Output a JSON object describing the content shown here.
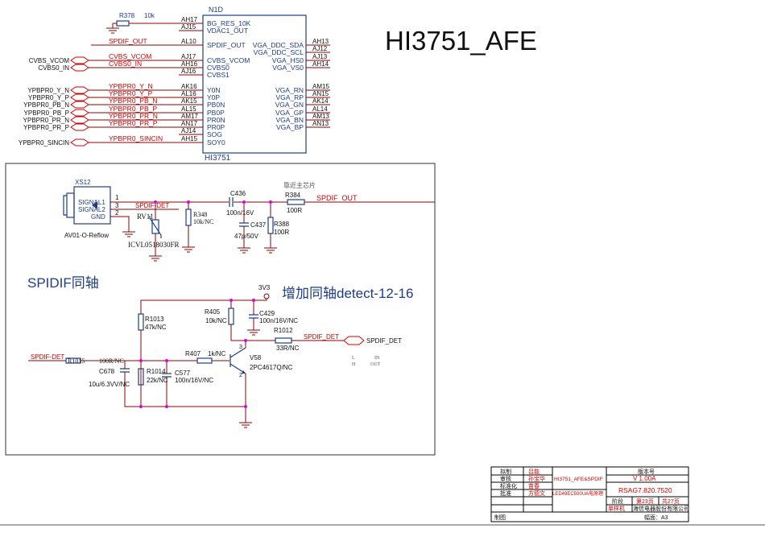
{
  "title": "HI3751_AFE",
  "chip": {
    "ref": "N1D",
    "name": "HI3751",
    "left_pins": [
      {
        "name": "BG_RES_10K",
        "pin": "AH17"
      },
      {
        "name": "VDAC1_OUT",
        "pin": "AJ15"
      },
      {
        "name": "SPDIF_OUT",
        "pin": "AL10",
        "net": "SPDIF_OUT"
      },
      {
        "name": "CVBS_VCOM",
        "pin": "AJ17",
        "net": "CVBS_VCOM",
        "port": "CVBS_VCOM"
      },
      {
        "name": "CVBS0",
        "pin": "AH16",
        "net": "CVBS0_IN",
        "port": "CVBS0_IN"
      },
      {
        "name": "CVBS1",
        "pin": "AJ16"
      },
      {
        "name": "Y0N",
        "pin": "AK16",
        "net": "YPBPR0_Y_N",
        "port": "YPBPR0_Y_N"
      },
      {
        "name": "Y0P",
        "pin": "AL16",
        "net": "YPBPR0_Y_P",
        "port": "YPBPR0_Y_P"
      },
      {
        "name": "PB0N",
        "pin": "AK15",
        "net": "YPBPR0_PB_N",
        "port": "YPBPR0_PB_N"
      },
      {
        "name": "PB0P",
        "pin": "AL15",
        "net": "YPBPR0_PB_P",
        "port": "YPBPR0_PB_P"
      },
      {
        "name": "PR0N",
        "pin": "AM17",
        "net": "YPBPR0_PR_N",
        "port": "YPBPR0_PR_N"
      },
      {
        "name": "PR0P",
        "pin": "AN17",
        "net": "YPBPR0_PR_P",
        "port": "YPBPR0_PR_P"
      },
      {
        "name": "SOG",
        "pin": "AJ14"
      },
      {
        "name": "SOY0",
        "pin": "AH15",
        "net": "YPBPR0_SINCIN",
        "port": "YPBPR0_SINCIN"
      }
    ],
    "right_pins": [
      {
        "name": "VGA_DDC_SDA",
        "pin": "AH13"
      },
      {
        "name": "VGA_DDC_SCL",
        "pin": "AJ12"
      },
      {
        "name": "VGA_HS0",
        "pin": "AJ13"
      },
      {
        "name": "VGA_VS0",
        "pin": "AH14"
      },
      {
        "name": "VGA_RN",
        "pin": "AM15"
      },
      {
        "name": "VGA_RP",
        "pin": "AN15"
      },
      {
        "name": "VGA_GN",
        "pin": "AK14"
      },
      {
        "name": "VGA_GP",
        "pin": "AL14"
      },
      {
        "name": "VGA_BN",
        "pin": "AM13"
      },
      {
        "name": "VGA_BP",
        "pin": "AN13"
      }
    ],
    "r378": {
      "ref": "R378",
      "value": "10k"
    }
  },
  "spdif_out_section": {
    "connector": {
      "ref": "XS12",
      "pins": [
        "SIGNAL1",
        "SIGNAL2",
        "GND"
      ],
      "pin_numbers": [
        "1",
        "3",
        "2"
      ],
      "part": "AV01-O-Reflow"
    },
    "net_det": "SPDIF-DET",
    "rv11": {
      "ref": "RV11",
      "value": "ICVL0518030FR"
    },
    "r348": {
      "ref": "R348",
      "value": "10k/NC"
    },
    "c436": {
      "ref": "C436",
      "value": "100n/16V"
    },
    "c437": {
      "ref": "C437",
      "value": "47p/50V"
    },
    "r388": {
      "ref": "R388",
      "value": "100R"
    },
    "r384": {
      "ref": "R384",
      "value": "100R"
    },
    "note": "靠近主芯片",
    "net_out": "SPDIF_OUT"
  },
  "detect_section": {
    "heading": "SPIDIF同轴",
    "note": "增加同轴detect-12-16",
    "supply": "3V3",
    "net_in": "SPDIF-DET",
    "r1015": {
      "ref": "R1015",
      "value": "100R/NC"
    },
    "c678": {
      "ref": "C678",
      "value": "10u/6.3VV/NC"
    },
    "r1013": {
      "ref": "R1013",
      "value": "47k/NC"
    },
    "r1014": {
      "ref": "R1014",
      "value": "22k/NC"
    },
    "c577": {
      "ref": "C577",
      "value": "100n/16V/NC"
    },
    "r407": {
      "ref": "R407",
      "value": "1k/NC"
    },
    "r405": {
      "ref": "R405",
      "value": "10k/NC"
    },
    "c429": {
      "ref": "C429",
      "value": "100n/16V/NC"
    },
    "v58": {
      "ref": "V58",
      "value": "2PC4617Q/NC",
      "pin_c": "3",
      "pin_e": "2"
    },
    "r1012": {
      "ref": "R1012",
      "value": "33R/NC"
    },
    "net_out": "SPDIF_DET",
    "port": "SPDIF_DET",
    "truth_table": [
      [
        "L",
        "IN"
      ],
      [
        "H",
        "OUT"
      ]
    ]
  },
  "title_block": {
    "rows": [
      [
        "拟制",
        "吕能"
      ],
      [
        "审核",
        "孙宝华"
      ],
      [
        "标准化",
        "苗春"
      ],
      [
        "批准",
        "方德文"
      ]
    ],
    "drawing_name": "HI3751_AFE&SPDIF",
    "board": "LED49EC500UA电原理",
    "version_label": "版本号",
    "version": "V 1.00A",
    "doc_number": "RSAG7.820.7520",
    "stage_label": "阶段",
    "page": "第23页",
    "total": "共27页",
    "unit": "单样机",
    "company": "海信电器股份有限公司",
    "drawn_label": "制图",
    "size": "幅面：A3"
  }
}
